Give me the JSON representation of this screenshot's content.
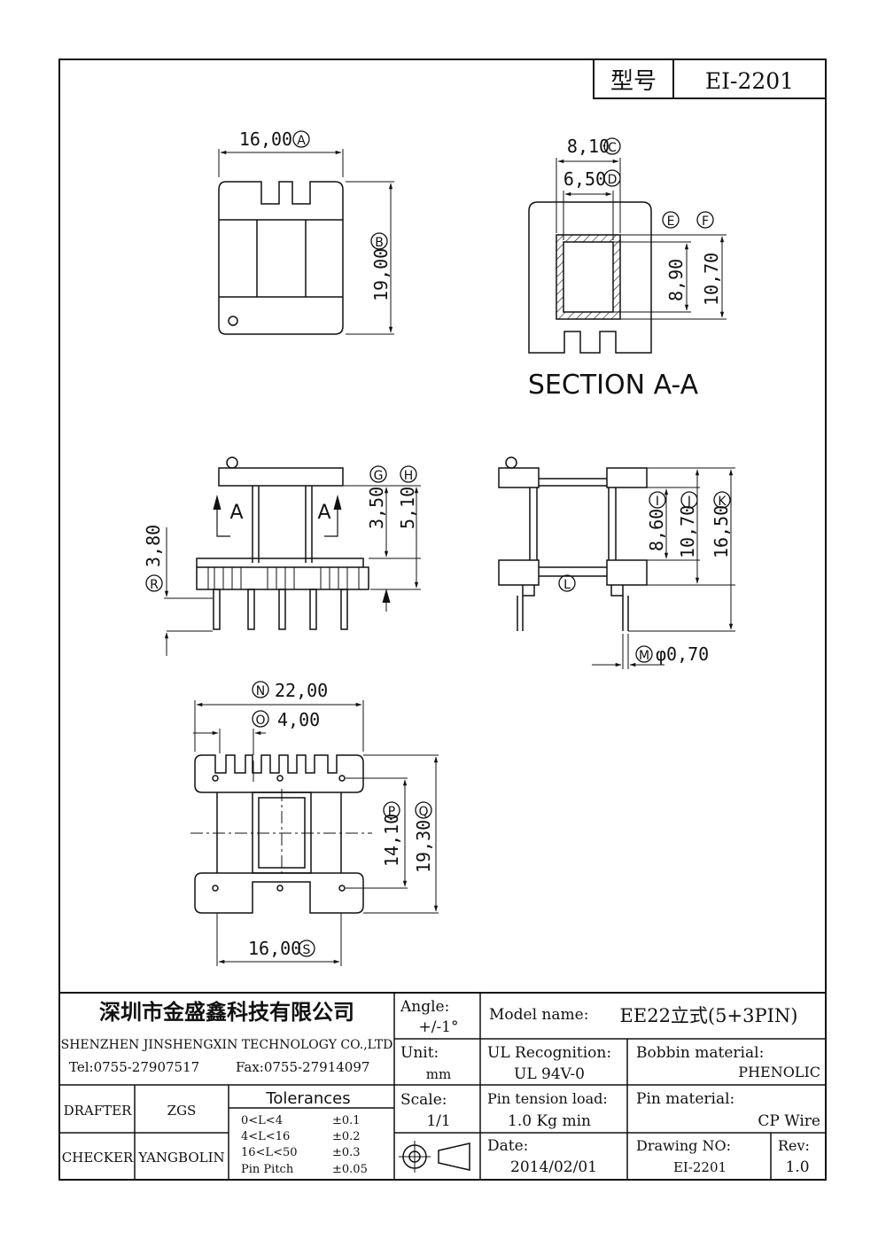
{
  "header": {
    "model_label": "型号",
    "model_value": "EI-2201"
  },
  "dims": {
    "A": "16,00",
    "B": "19,00",
    "C": "8,10",
    "D": "6,50",
    "E": "E",
    "F": "F",
    "E_val": "8,90",
    "F_val": "10,70",
    "section": "SECTION A-A",
    "G": "3,50",
    "H": "5,10",
    "R": "3,80",
    "I": "8,60",
    "J": "10,70",
    "K": "16,50",
    "L": "L",
    "M": "φ0,70",
    "N": "22,00",
    "O": "4,00",
    "P": "14,10",
    "Q": "19,30",
    "S": "16,00",
    "arrow_a": "A"
  },
  "markers": {
    "A": "A",
    "B": "B",
    "C": "C",
    "D": "D",
    "E": "E",
    "F": "F",
    "G": "G",
    "H": "H",
    "I": "I",
    "J": "J",
    "K": "K",
    "L": "L",
    "M": "M",
    "N": "N",
    "O": "O",
    "P": "P",
    "Q": "Q",
    "R": "R",
    "S": "S"
  },
  "titleblock": {
    "company_cn": "深圳市金盛鑫科技有限公司",
    "company_en": "SHENZHEN JINSHENGXIN TECHNOLOGY CO.,LTD",
    "tel": "Tel:0755-27907517",
    "fax": "Fax:0755-27914097",
    "angle_label": "Angle:",
    "angle_value": "+/-1°",
    "unit_label": "Unit:",
    "unit_value": "mm",
    "scale_label": "Scale:",
    "scale_value": "1/1",
    "model_name_label": "Model name:",
    "model_name_value": "EE22立式(5+3PIN)",
    "ul_label": "UL Recognition:",
    "ul_value": "UL 94V-0",
    "bobbin_label": "Bobbin material:",
    "bobbin_value": "PHENOLIC",
    "pin_tension_label": "Pin tension load:",
    "pin_tension_value": "1.0 Kg min",
    "pin_material_label": "Pin material:",
    "pin_material_value": "CP Wire",
    "date_label": "Date:",
    "date_value": "2014/02/01",
    "drawing_no_label": "Drawing NO:",
    "drawing_no_value": "EI-2201",
    "rev_label": "Rev:",
    "rev_value": "1.0",
    "drafter_label": "DRAFTER",
    "drafter_value": "ZGS",
    "checker_label": "CHECKER",
    "checker_value": "YANGBOLIN",
    "tolerances_label": "Tolerances",
    "tolerances": [
      {
        "range": "0<L<4",
        "value": "±0.1"
      },
      {
        "range": "4<L<16",
        "value": "±0.2"
      },
      {
        "range": "16<L<50",
        "value": "±0.3"
      },
      {
        "range": "Pin Pitch",
        "value": "±0.05"
      }
    ]
  }
}
